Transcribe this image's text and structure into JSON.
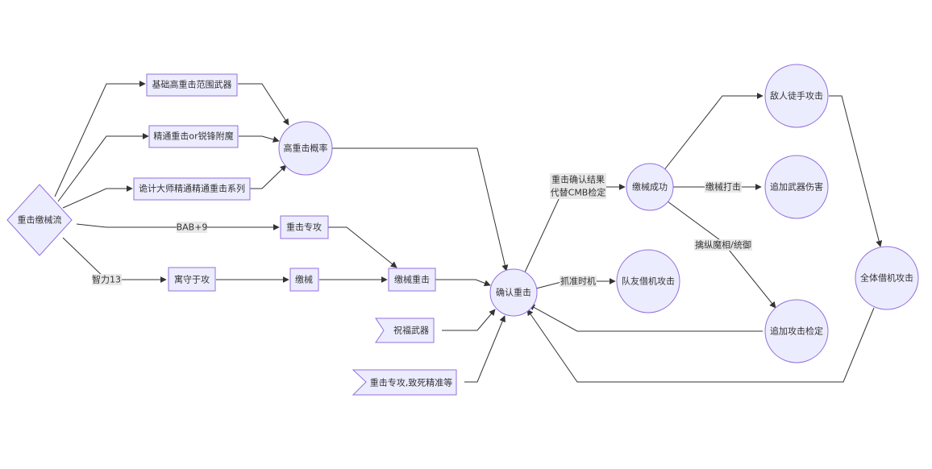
{
  "colors": {
    "node_fill": "#ececff",
    "node_stroke": "#9370db",
    "edge": "#333333",
    "label_bg": "#e8e8e8"
  },
  "nodes": {
    "start": "重击缴械流",
    "base_weapon": "基础高重击范围武器",
    "keen": "精通重击or锐锋附魔",
    "trickster": "诡计大师精通精通重击系列",
    "crit_chance": "高重击概率",
    "crit_focus": "重击专攻",
    "combat_expertise": "寓守于攻",
    "disarm": "缴械",
    "disarm_crit": "缴械重击",
    "confirm_crit": "确认重击",
    "blessed_weapon": "祝福武器",
    "crit_feats": "重击专攻,致死精准等",
    "disarm_success": "缴械成功",
    "enemy_unarmed": "敌人徒手攻击",
    "extra_weapon_dmg": "追加武器伤害",
    "extra_attack_check": "追加攻击检定",
    "ally_aoo": "队友借机攻击",
    "all_aoo": "全体借机攻击"
  },
  "edge_labels": {
    "bab": "BAB+9",
    "int": "智力13",
    "confirm_result_1": "重击确认结果",
    "confirm_result_2": "代替CMB检定",
    "seize": "抓准时机",
    "disarm_strike": "缴械打击",
    "grab_weapon": "擒纵魔相/统御"
  }
}
